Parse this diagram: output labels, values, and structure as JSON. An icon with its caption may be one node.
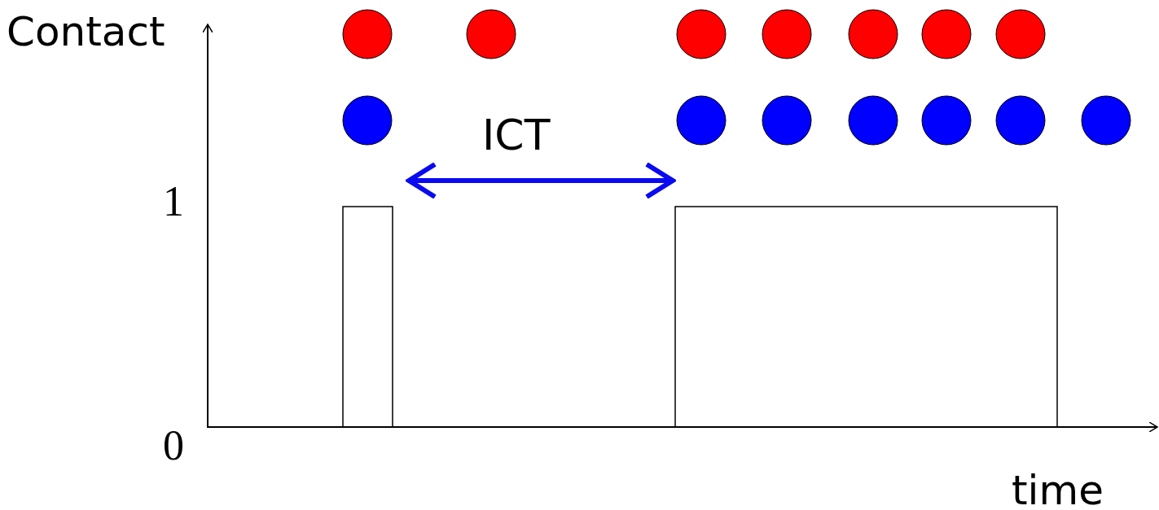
{
  "diagram": {
    "labels": [
      "Contact",
      "1",
      "0",
      "ICT",
      "time"
    ]
  }
}
